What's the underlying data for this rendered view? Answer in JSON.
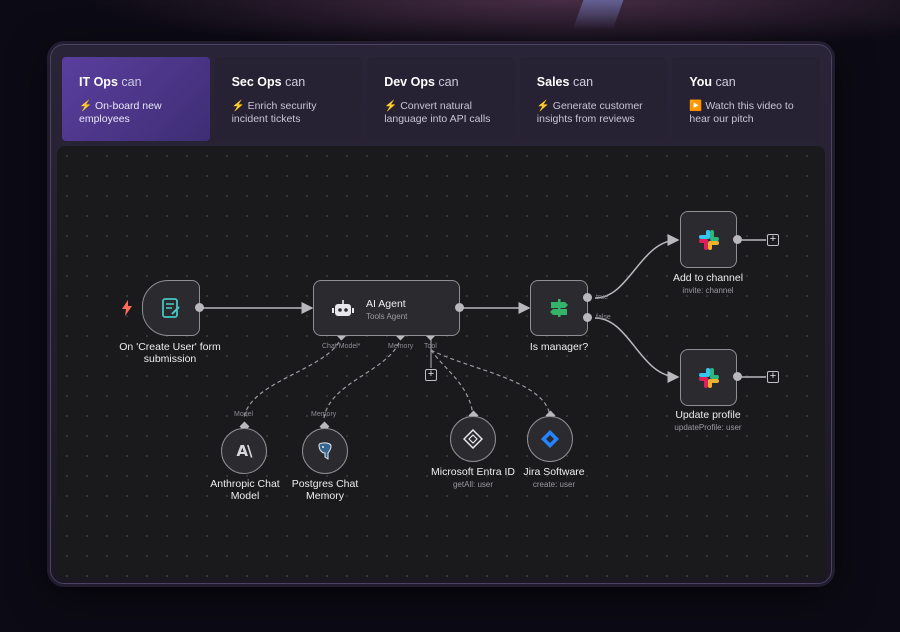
{
  "tabs": [
    {
      "title": "IT Ops",
      "can": "can",
      "icon": "⚡",
      "desc": "On-board new employees",
      "active": true
    },
    {
      "title": "Sec Ops",
      "can": "can",
      "icon": "⚡",
      "desc": "Enrich security incident tickets",
      "active": false
    },
    {
      "title": "Dev Ops",
      "can": "can",
      "icon": "⚡",
      "desc": "Convert natural language into API calls",
      "active": false
    },
    {
      "title": "Sales",
      "can": "can",
      "icon": "⚡",
      "desc": "Generate customer insights from reviews",
      "active": false
    },
    {
      "title": "You",
      "can": "can",
      "icon": "▶️",
      "desc": "Watch this video to hear our pitch",
      "active": false
    }
  ],
  "workflow": {
    "trigger": {
      "label": "On 'Create User' form submission",
      "icon": "form-icon",
      "accent": "#ff6d5a"
    },
    "agent": {
      "title": "AI Agent",
      "subtitle": "Tools Agent",
      "ports": {
        "chat_model": "Chat Model*",
        "memory": "Memory",
        "tool": "Tool"
      }
    },
    "if_node": {
      "label": "Is manager?",
      "true_label": "true",
      "false_label": "false",
      "accent": "#35b36b"
    },
    "slack_channel": {
      "label": "Add to channel",
      "sub": "invite: channel"
    },
    "slack_profile": {
      "label": "Update profile",
      "sub": "updateProfile: user"
    },
    "anthropic": {
      "port_label": "Model",
      "label": "Anthropic Chat Model"
    },
    "postgres": {
      "port_label": "Memory",
      "label": "Postgres Chat Memory"
    },
    "entra": {
      "label": "Microsoft Entra ID",
      "sub": "getAll: user"
    },
    "jira": {
      "label": "Jira Software",
      "sub": "create: user",
      "accent": "#2684ff"
    },
    "add_symbol": "+"
  }
}
